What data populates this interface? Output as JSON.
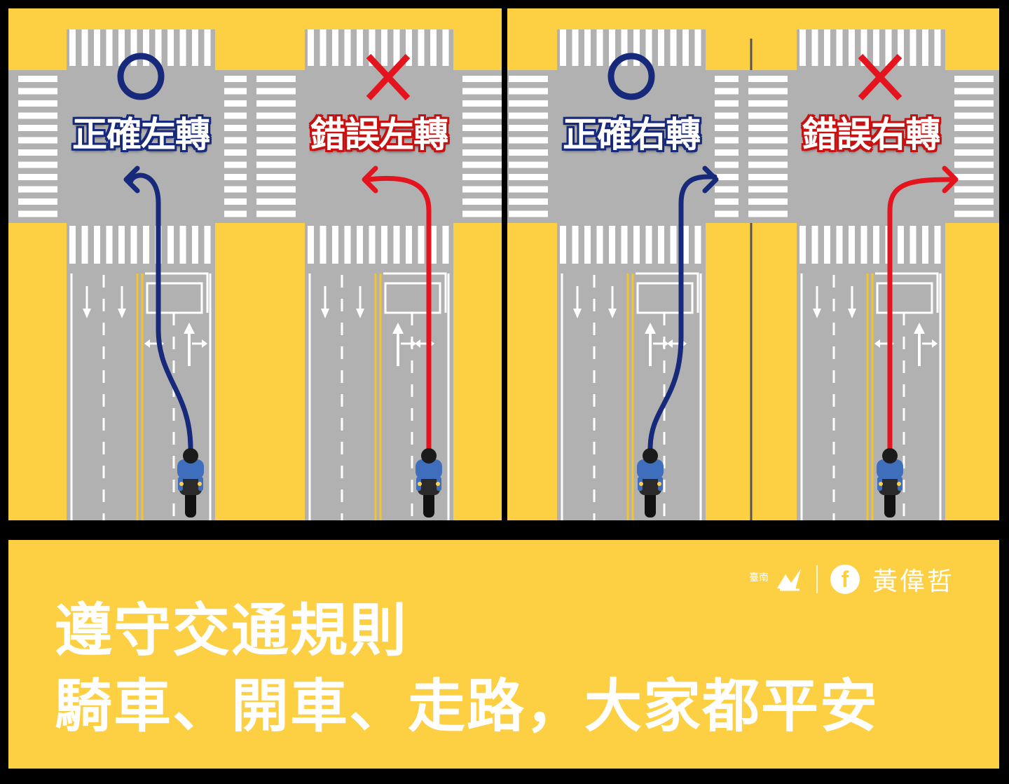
{
  "colors": {
    "background": "#fdcf43",
    "road": "#b1b1b1",
    "correct": "#17297a",
    "wrong": "#e4141e",
    "frame": "#000000"
  },
  "panels": [
    {
      "label": "正確左轉",
      "verdict": "correct",
      "mark": "circle-icon",
      "turn": "left"
    },
    {
      "label": "錯誤左轉",
      "verdict": "wrong",
      "mark": "cross-icon",
      "turn": "left"
    },
    {
      "label": "正確右轉",
      "verdict": "correct",
      "mark": "circle-icon",
      "turn": "right"
    },
    {
      "label": "錯誤右轉",
      "verdict": "wrong",
      "mark": "cross-icon",
      "turn": "right"
    }
  ],
  "footer": {
    "slogan_line1": "遵守交通規則",
    "slogan_line2": "騎車、開車、走路，大家都平安",
    "city_logo_text": "臺南",
    "author": "黃偉哲",
    "social_icon": "facebook-icon"
  }
}
